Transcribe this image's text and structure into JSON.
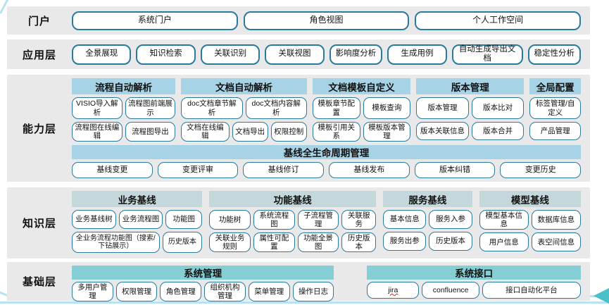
{
  "colors": {
    "band_bg": "#e9e9e9",
    "button_border": "#2a7a9e",
    "capability_header_bg": "#a6d4e6",
    "knowledge_header_bg": "#c4d8db",
    "foundation_header_bg": "#85ced4",
    "accent_line": "#b8e2f2",
    "arrow": "#49c0ca",
    "jira_underline": "#e03131"
  },
  "portal": {
    "label": "门户",
    "buttons": [
      "系统门户",
      "角色视图",
      "个人工作空间"
    ]
  },
  "application": {
    "label": "应用层",
    "buttons": [
      "全景展现",
      "知识检索",
      "关联识别",
      "关联视图",
      "影响度分析",
      "生成用例",
      "自动生成导出文档",
      "稳定性分析"
    ]
  },
  "capability": {
    "label": "能力层",
    "groups": [
      {
        "title": "流程自动解析",
        "row1": [
          "VISIO导入解析",
          "流程图前端展示"
        ],
        "row2": [
          "流程图在线编辑",
          "流程图导出"
        ]
      },
      {
        "title": "文档自动解析",
        "row1": [
          "doc文档章节解析",
          "doc文档内容解析"
        ],
        "row2": [
          "文档在线编辑",
          "文档导出",
          "权限控制"
        ]
      },
      {
        "title": "文档模板自定义",
        "row1": [
          "模板章节配置",
          "模板查询"
        ],
        "row2": [
          "模板引用关系",
          "模板版本管理"
        ]
      },
      {
        "title": "版本管理",
        "row1": [
          "版本管理",
          "版本比对"
        ],
        "row2": [
          "版本关联信息",
          "版本合并"
        ]
      },
      {
        "title": "全局配置",
        "row1": [
          "标签管理/自定义"
        ],
        "row2": [
          "产品管理"
        ]
      }
    ],
    "baseline": {
      "title": "基线全生命周期管理",
      "buttons": [
        "基线变更",
        "变更评审",
        "基线修订",
        "基线发布",
        "版本纠错",
        "变更历史"
      ]
    }
  },
  "knowledge": {
    "label": "知识层",
    "groups": [
      {
        "title": "业务基线",
        "row1": [
          "业务基线树",
          "业务流程图",
          "功能图"
        ],
        "row2": [
          "全业务流程功能图（搜索/下钻展示）",
          "历史版本"
        ]
      },
      {
        "title": "功能基线",
        "row1": [
          "功能树",
          "系统流程图",
          "子流程管理",
          "关联服务"
        ],
        "row2": [
          "关联业务规则",
          "属性可配置",
          "功能全景图",
          "历史版本"
        ]
      },
      {
        "title": "服务基线",
        "row1": [
          "基本信息",
          "服务入参"
        ],
        "row2": [
          "服务出参",
          "历史版本"
        ]
      },
      {
        "title": "模型基线",
        "row1": [
          "模型基本信息",
          "数据库信息"
        ],
        "row2": [
          "用户信息",
          "表空间信息"
        ]
      }
    ]
  },
  "foundation": {
    "label": "基础层",
    "groups": [
      {
        "title": "系统管理",
        "buttons": [
          "多用户管理",
          "权限管理",
          "角色管理",
          "组织机构管理",
          "菜单管理",
          "操作日志"
        ]
      },
      {
        "title": "系统接口",
        "buttons": [
          "jira",
          "confluence",
          "接口自动化平台"
        ]
      }
    ]
  }
}
